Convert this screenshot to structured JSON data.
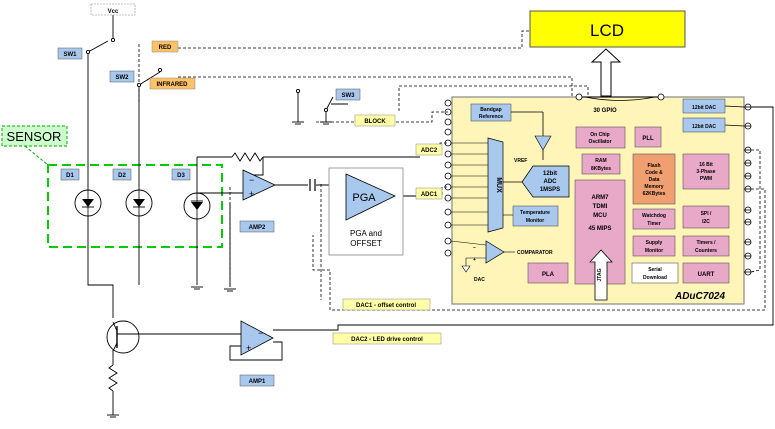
{
  "colors": {
    "chip_bg": "#fff5b8",
    "chip_border": "#9a9a9a",
    "lcd_bg": "#ffff00",
    "blue_box": "#a9c8ee",
    "pink_box": "#e8a8c8",
    "yellow_tag": "#ffffa8",
    "orange_tag": "#ffc266",
    "sensor_green": "#00cc00",
    "sensor_label_bg": "#ccffcc",
    "lcd_arrow_fill": "#ffffff"
  },
  "labels": {
    "vdd": "Vcc",
    "sw1": "SW1",
    "sw2": "SW2",
    "sw3": "SW3",
    "red": "RED",
    "infrared": "INFRARED",
    "block": "BLOCK",
    "sensor": "SENSOR",
    "d1": "D1",
    "d2": "D2",
    "d3": "D3",
    "amp1": "AMP1",
    "amp2": "AMP2",
    "adc1": "ADC1",
    "adc2": "ADC2",
    "pga": "PGA",
    "pga_offset_1": "PGA and",
    "pga_offset_2": "OFFSET",
    "dac1": "DAC1 - offset control",
    "dac2": "DAC2 - LED drive control",
    "lcd": "LCD",
    "gpio": "30 GPIO"
  },
  "chip": {
    "name": "ADuC7024",
    "bandgap_1": "Bandgap",
    "bandgap_2": "Reference",
    "vref": "VREF",
    "adc_1": "12bit",
    "adc_2": "ADC",
    "adc_3": "1MSPS",
    "mux": "MUX",
    "temp_1": "Temperature",
    "temp_2": "Monitor",
    "comparator": "COMPARATOR",
    "dac": "DAC",
    "onchip_1": "On Chip",
    "onchip_2": "Oscillator",
    "pll": "PLL",
    "ram_1": "RAM",
    "ram_2": "8KBytes",
    "flash_1": "Flash",
    "flash_2": "Code &",
    "flash_3": "Data",
    "flash_4": "Memory",
    "flash_5": "62KBytes",
    "dac12a": "12bit DAC",
    "dac12b": "12bit DAC",
    "pwm_1": "16 Bit",
    "pwm_2": "3-Phase",
    "pwm_3": "PWM",
    "arm_1": "ARM7",
    "arm_2": "TDMI",
    "arm_3": "MCU",
    "arm_4": "45 MIPS",
    "watchdog_1": "Watchdog",
    "watchdog_2": "Timer",
    "spi_1": "SPI /",
    "spi_2": "I2C",
    "supply_1": "Supply",
    "supply_2": "Monitor",
    "timers_1": "Timers /",
    "timers_2": "Counters",
    "pla": "PLA",
    "serial_1": "Serial",
    "serial_2": "Download",
    "uart": "UART",
    "jtag": "JTAG"
  }
}
